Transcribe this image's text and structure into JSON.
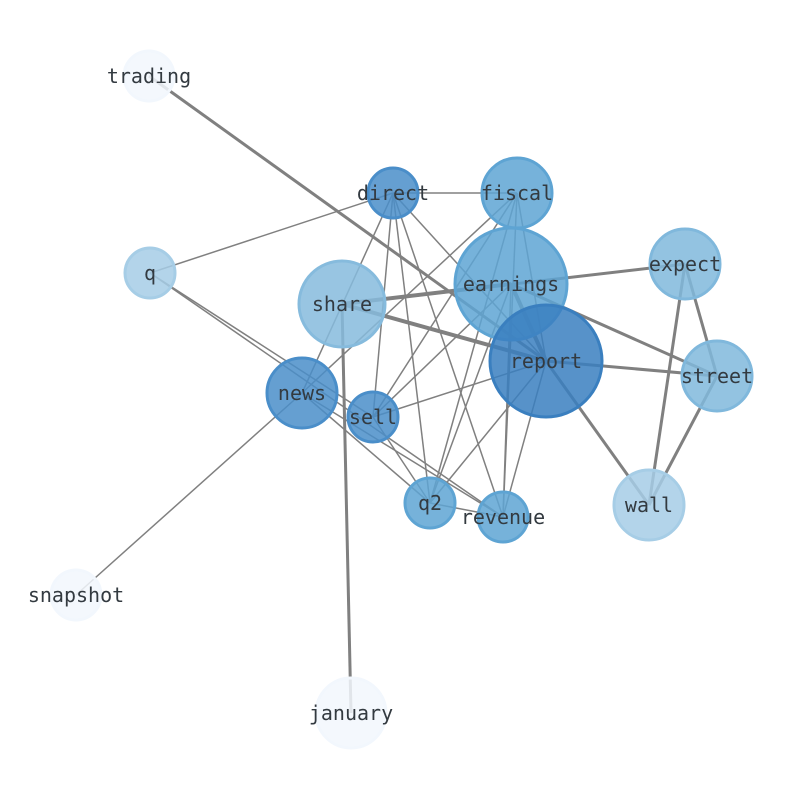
{
  "graph": {
    "nodes": [
      {
        "id": "trading",
        "label": "trading",
        "color": "#f2f7fd"
      },
      {
        "id": "direct",
        "label": "direct",
        "color": "#4a8ec9"
      },
      {
        "id": "fiscal",
        "label": "fiscal",
        "color": "#5ea4d3"
      },
      {
        "id": "q",
        "label": "q",
        "color": "#a6cde6"
      },
      {
        "id": "earnings",
        "label": "earnings",
        "color": "#5ea4d3"
      },
      {
        "id": "expect",
        "label": "expect",
        "color": "#80b8dc"
      },
      {
        "id": "share",
        "label": "share",
        "color": "#86bbdd"
      },
      {
        "id": "report",
        "label": "report",
        "color": "#3a7fbf"
      },
      {
        "id": "street",
        "label": "street",
        "color": "#80b8dc"
      },
      {
        "id": "news",
        "label": "news",
        "color": "#4a8ec9"
      },
      {
        "id": "sell",
        "label": "sell",
        "color": "#4a8ec9"
      },
      {
        "id": "q2",
        "label": "q2",
        "color": "#5ea4d3"
      },
      {
        "id": "revenue",
        "label": "revenue",
        "color": "#5ea4d3"
      },
      {
        "id": "wall",
        "label": "wall",
        "color": "#a6cde6"
      },
      {
        "id": "snapshot",
        "label": "snapshot",
        "color": "#f2f7fd"
      },
      {
        "id": "january",
        "label": "january",
        "color": "#f2f7fd"
      }
    ],
    "edges": [
      {
        "source": "trading",
        "target": "report",
        "weight": 3
      },
      {
        "source": "share",
        "target": "january",
        "weight": 3
      },
      {
        "source": "share",
        "target": "earnings",
        "weight": 4
      },
      {
        "source": "share",
        "target": "report",
        "weight": 4
      },
      {
        "source": "share",
        "target": "expect",
        "weight": 3
      },
      {
        "source": "earnings",
        "target": "report",
        "weight": 4
      },
      {
        "source": "earnings",
        "target": "street",
        "weight": 3
      },
      {
        "source": "report",
        "target": "street",
        "weight": 3
      },
      {
        "source": "report",
        "target": "wall",
        "weight": 3
      },
      {
        "source": "expect",
        "target": "wall",
        "weight": 3
      },
      {
        "source": "expect",
        "target": "street",
        "weight": 3
      },
      {
        "source": "street",
        "target": "wall",
        "weight": 3
      },
      {
        "source": "direct",
        "target": "fiscal",
        "weight": 1.5
      },
      {
        "source": "direct",
        "target": "q",
        "weight": 1.5
      },
      {
        "source": "direct",
        "target": "news",
        "weight": 1.5
      },
      {
        "source": "direct",
        "target": "sell",
        "weight": 1.5
      },
      {
        "source": "direct",
        "target": "q2",
        "weight": 1.5
      },
      {
        "source": "direct",
        "target": "revenue",
        "weight": 1.5
      },
      {
        "source": "direct",
        "target": "report",
        "weight": 1.5
      },
      {
        "source": "fiscal",
        "target": "news",
        "weight": 1.5
      },
      {
        "source": "fiscal",
        "target": "sell",
        "weight": 1.5
      },
      {
        "source": "fiscal",
        "target": "q2",
        "weight": 1.5
      },
      {
        "source": "fiscal",
        "target": "revenue",
        "weight": 1.5
      },
      {
        "source": "fiscal",
        "target": "report",
        "weight": 1.5
      },
      {
        "source": "q",
        "target": "sell",
        "weight": 1.5
      },
      {
        "source": "q",
        "target": "revenue",
        "weight": 1.5
      },
      {
        "source": "news",
        "target": "snapshot",
        "weight": 1.5
      },
      {
        "source": "news",
        "target": "q2",
        "weight": 1.5
      },
      {
        "source": "news",
        "target": "revenue",
        "weight": 1.5
      },
      {
        "source": "sell",
        "target": "report",
        "weight": 1.5
      },
      {
        "source": "sell",
        "target": "q2",
        "weight": 1.5
      },
      {
        "source": "sell",
        "target": "earnings",
        "weight": 1.5
      },
      {
        "source": "q2",
        "target": "revenue",
        "weight": 1.5
      },
      {
        "source": "q2",
        "target": "report",
        "weight": 1.5
      },
      {
        "source": "q2",
        "target": "earnings",
        "weight": 1.5
      },
      {
        "source": "revenue",
        "target": "earnings",
        "weight": 1.5
      },
      {
        "source": "revenue",
        "target": "report",
        "weight": 1.5
      }
    ]
  }
}
